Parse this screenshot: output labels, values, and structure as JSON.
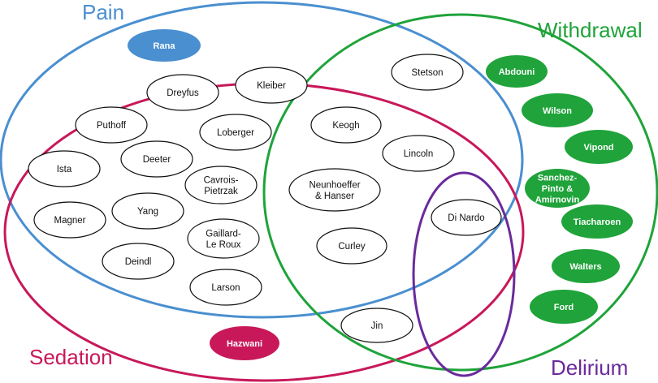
{
  "colors": {
    "pain": "#4a8fd0",
    "sedation": "#c8185a",
    "withdrawal": "#1fa33a",
    "delirium": "#6a2a9c",
    "rana_fill": "#4a8fd0",
    "hazwani_fill": "#c8185a",
    "withdrawal_fill": "#1fa33a",
    "outline_node_fill": "#ffffff",
    "outline_node_stroke": "#111111"
  },
  "sets": {
    "pain": "Pain",
    "withdrawal": "Withdrawal",
    "sedation": "Sedation",
    "delirium": "Delirium"
  },
  "nodes": {
    "rana": [
      "Rana"
    ],
    "hazwani": [
      "Hazwani"
    ],
    "stetson": [
      "Stetson"
    ],
    "abdouni": [
      "Abdouni"
    ],
    "wilson": [
      "Wilson"
    ],
    "vipond": [
      "Vipond"
    ],
    "sanchez": [
      "Sanchez-",
      "Pinto &",
      "Amirnovin"
    ],
    "tiacharoen": [
      "Tiacharoen"
    ],
    "walters": [
      "Walters"
    ],
    "ford": [
      "Ford"
    ],
    "kleiber": [
      "Kleiber"
    ],
    "dreyfus": [
      "Dreyfus"
    ],
    "puthoff": [
      "Puthoff"
    ],
    "loberger": [
      "Loberger"
    ],
    "keogh": [
      "Keogh"
    ],
    "lincoln": [
      "Lincoln"
    ],
    "ista": [
      "Ista"
    ],
    "deeter": [
      "Deeter"
    ],
    "cavrois": [
      "Cavrois-",
      "Pietrzak"
    ],
    "neunhoeffer": [
      "Neunhoeffer",
      "& Hanser"
    ],
    "magner": [
      "Magner"
    ],
    "yang": [
      "Yang"
    ],
    "dinardo": [
      "Di Nardo"
    ],
    "gaillard": [
      "Gaillard-",
      "Le Roux"
    ],
    "curley": [
      "Curley"
    ],
    "deindl": [
      "Deindl"
    ],
    "larson": [
      "Larson"
    ],
    "jin": [
      "Jin"
    ]
  }
}
